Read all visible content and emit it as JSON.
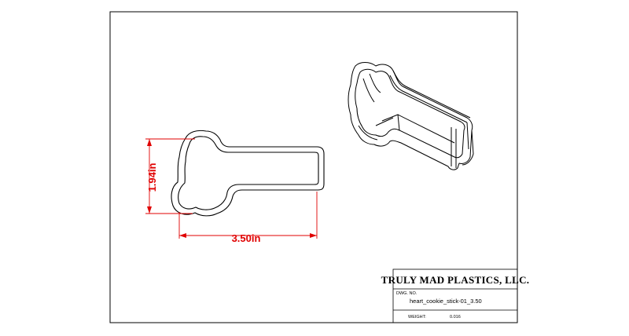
{
  "drawing": {
    "dimensions": {
      "height_label": "1.94in",
      "width_label": "3.50in"
    },
    "title_block": {
      "company": "TRULY MAD PLASTICS, LLC.",
      "dwg_no_label": "DWG. NO.",
      "dwg_no_value": "heart_cookie_stick-01_3.50",
      "weight_label": "WEIGHT:",
      "weight_value": "0.016"
    }
  },
  "colors": {
    "line": "#000000",
    "dimension": "#e00000",
    "paper": "#ffffff"
  }
}
